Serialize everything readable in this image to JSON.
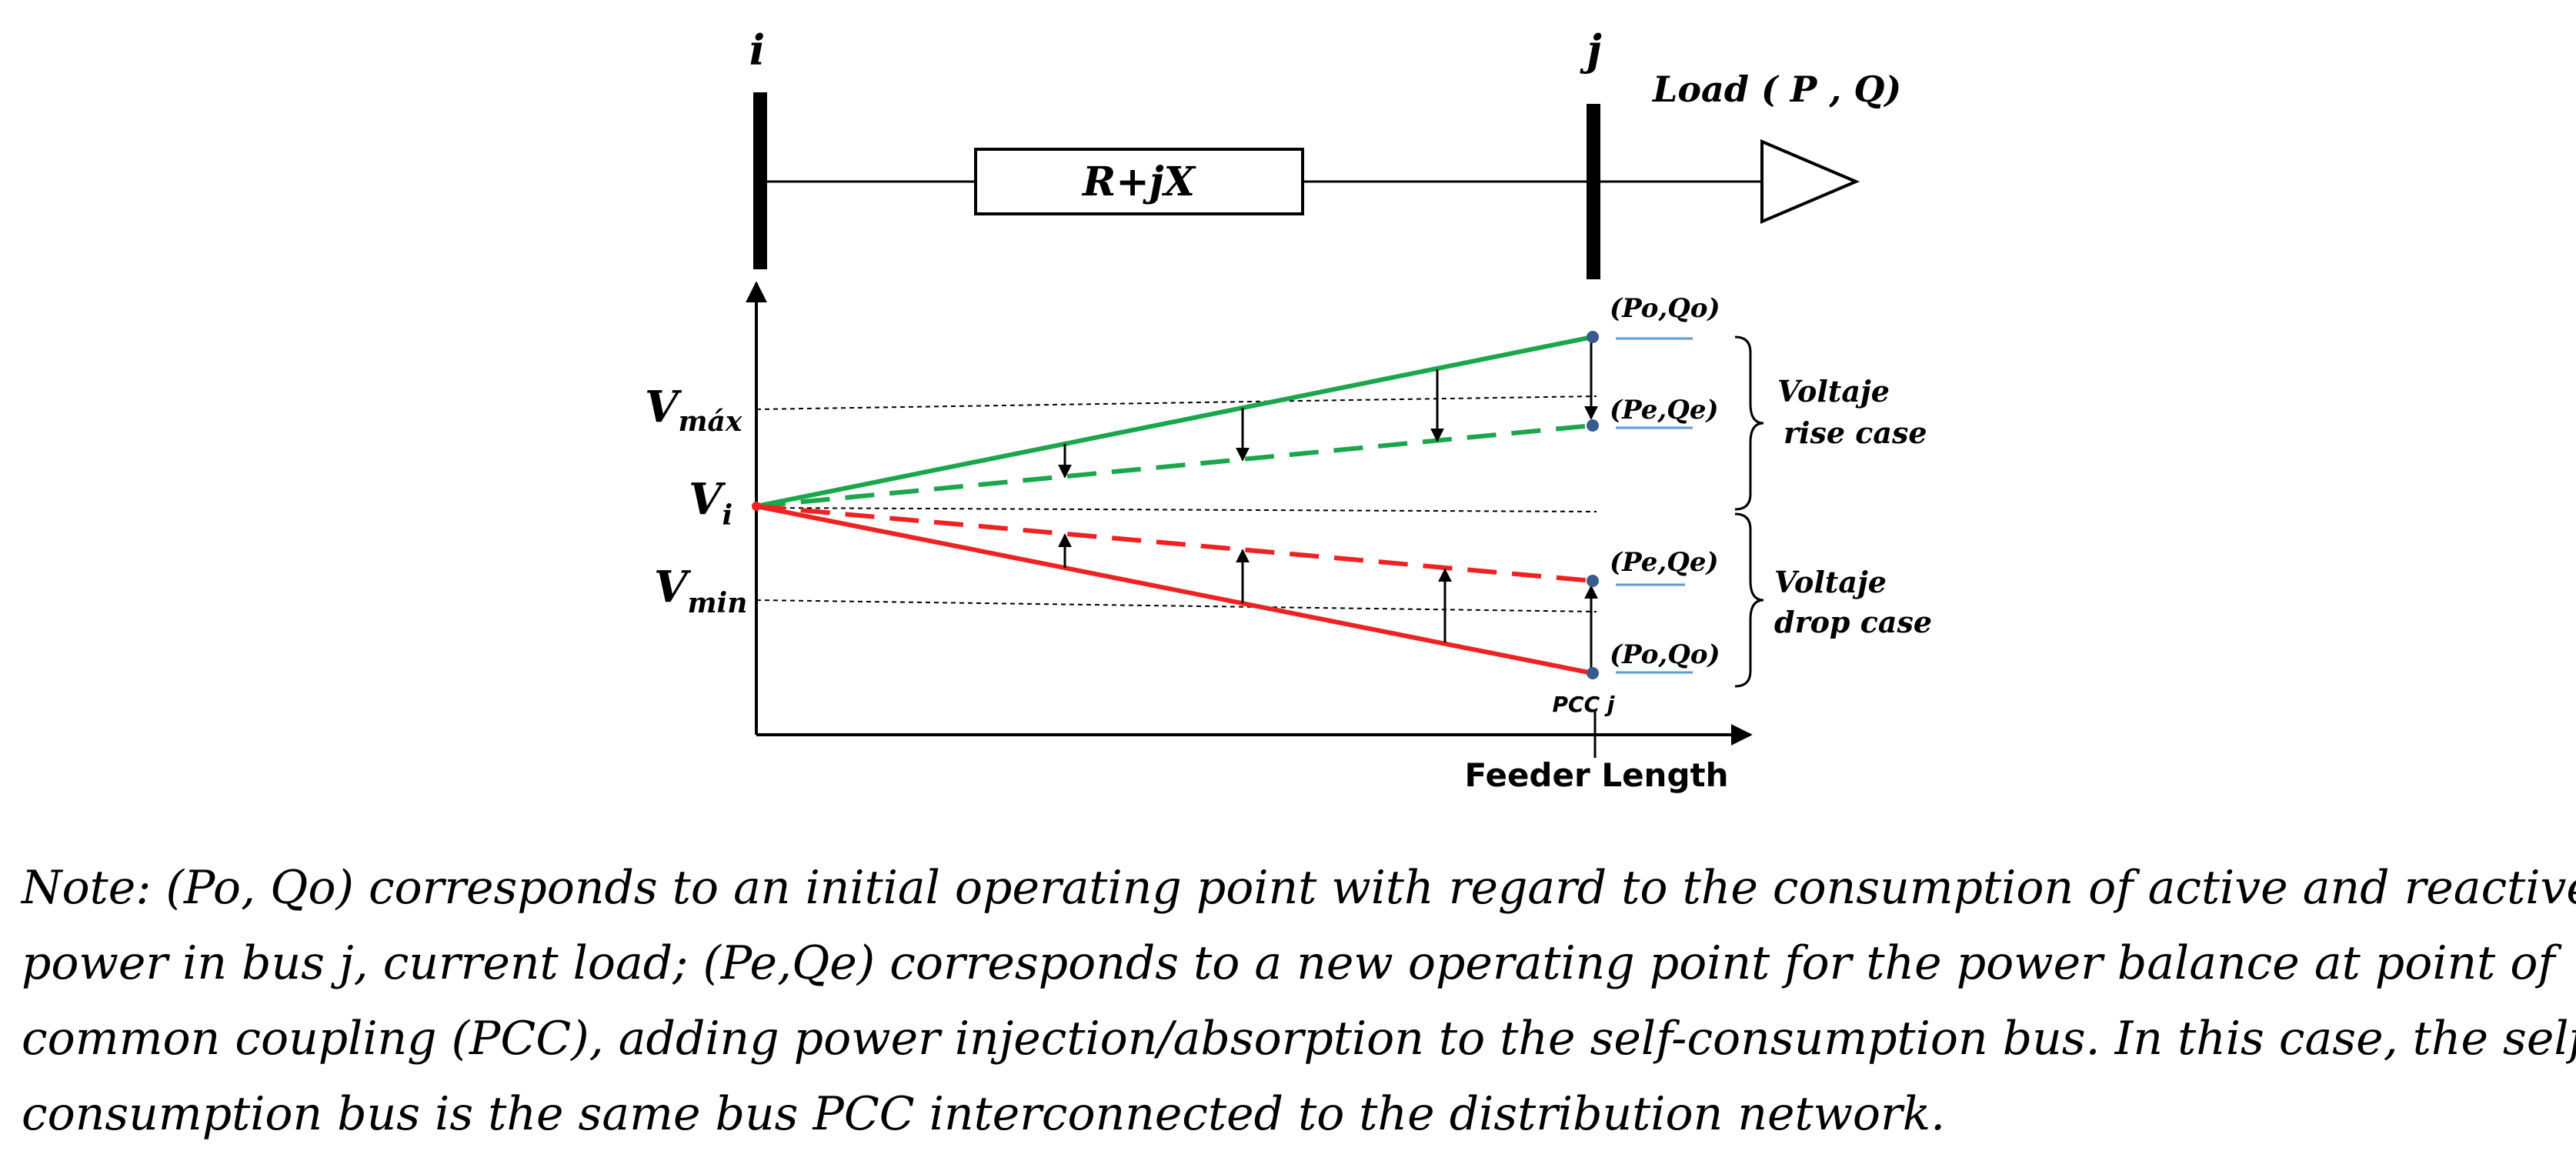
{
  "bus_i": "i",
  "bus_j": "j",
  "load": "Load ( P , Q)",
  "impedance": "R+jX",
  "v_max": "Vmáx",
  "v_i": "Vi",
  "v_min": "Vmin",
  "rise_po": "(Po,Qo)",
  "rise_pe": "(Pe,Qe)",
  "drop_pe": "(Pe,Qe)",
  "drop_po": "(Po,Qo)",
  "rise_case": [
    "Voltaje",
    "rise case"
  ],
  "drop_case": [
    "Voltaje",
    "drop case"
  ],
  "pcc": "PCC j",
  "x_axis": "Feeder Length",
  "colors": {
    "rise": "#1aa64a",
    "drop": "#ee2222",
    "point": "#3a5a8c",
    "underline": "#5b9bd5"
  },
  "note_lines": [
    "Note: (Po, Qo) corresponds to an initial operating point with regard to the consumption of active and reactive",
    "power in bus j, current load; (Pe,Qe) corresponds to a new operating point for the power balance at point of",
    "common coupling (PCC), adding power injection/absorption to the self-consumption bus. In this case, the self-",
    "consumption bus is the same bus PCC interconnected to the distribution network."
  ]
}
